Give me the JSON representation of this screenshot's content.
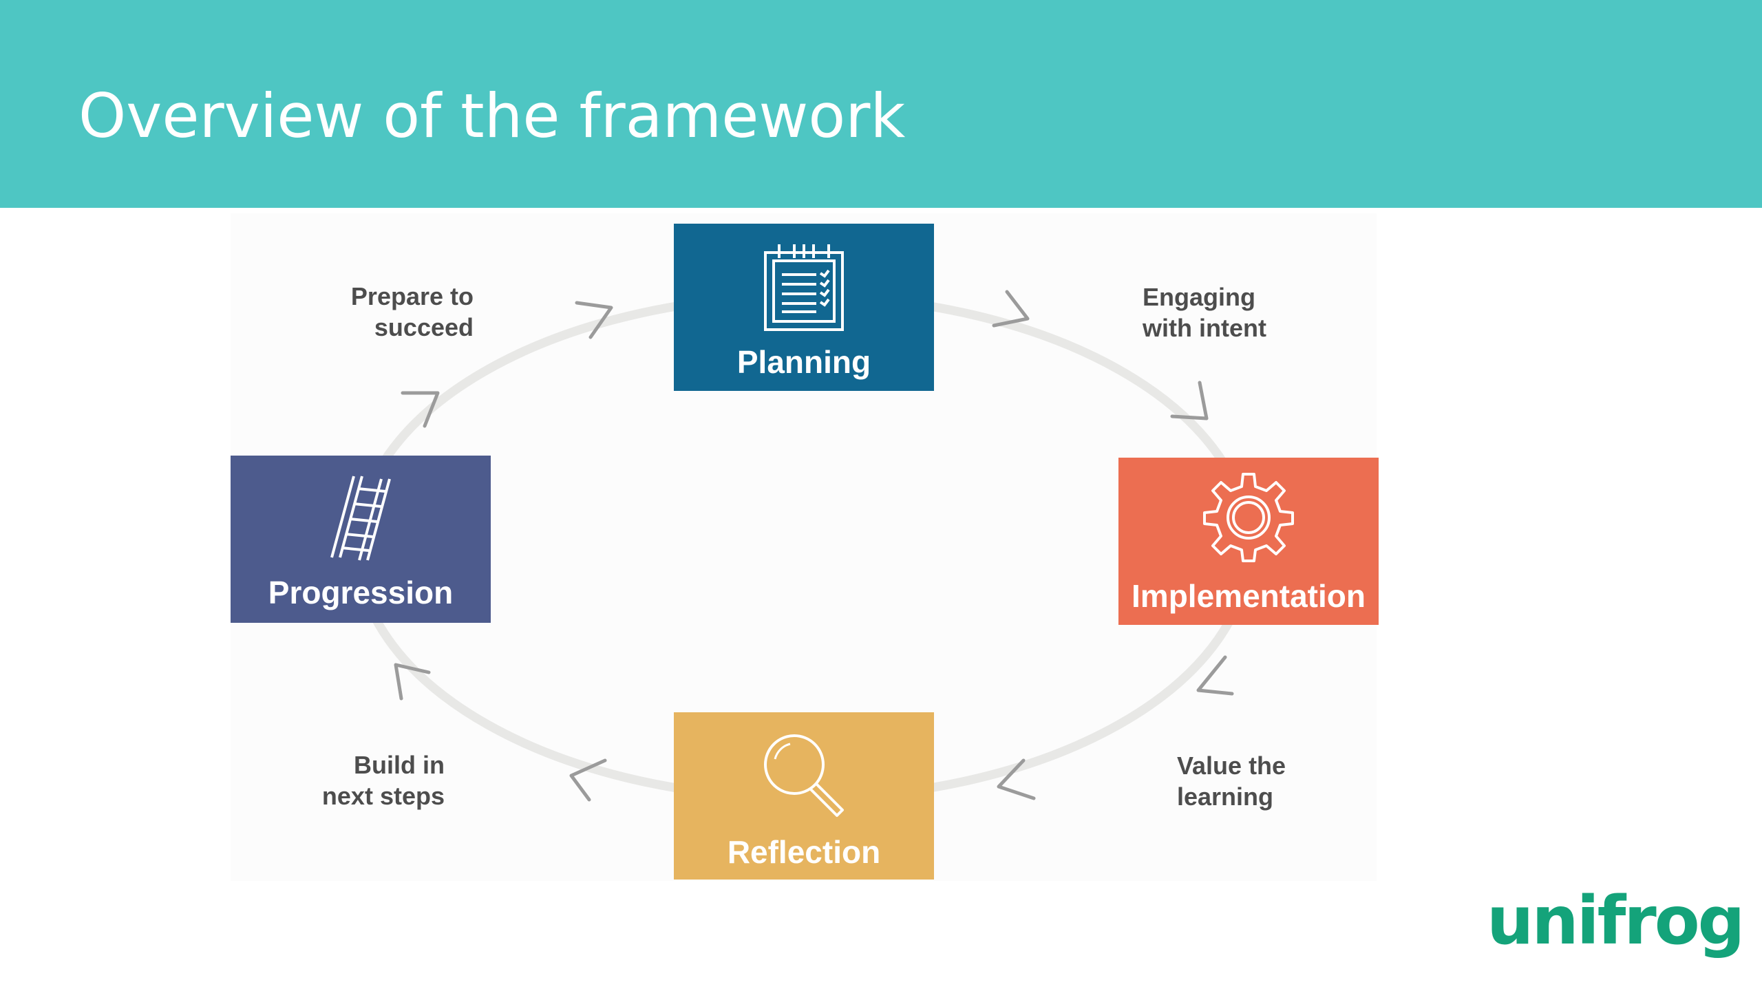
{
  "slide": {
    "title": "Overview of the framework"
  },
  "diagram": {
    "stages": [
      {
        "key": "planning",
        "label": "Planning",
        "color": "#116791",
        "icon": "clipboard-icon"
      },
      {
        "key": "implementation",
        "label": "Implementation",
        "color": "#ec6e51",
        "icon": "gear-icon"
      },
      {
        "key": "reflection",
        "label": "Reflection",
        "color": "#e6b45f",
        "icon": "magnifier-icon"
      },
      {
        "key": "progression",
        "label": "Progression",
        "color": "#4d5b8d",
        "icon": "ladder-icon"
      }
    ],
    "steps": [
      {
        "key": "prepare",
        "lines": [
          "Prepare to",
          "succeed"
        ]
      },
      {
        "key": "engaging",
        "lines": [
          "Engaging",
          "with intent"
        ]
      },
      {
        "key": "value",
        "lines": [
          "Value the",
          "learning"
        ]
      },
      {
        "key": "build",
        "lines": [
          "Build in",
          "next steps"
        ]
      }
    ]
  },
  "logo": {
    "text": "unifrog",
    "color": "#14a37a"
  },
  "colors": {
    "header": "#4ec6c3",
    "text": "#4d4d4d",
    "cycle_ring": "#e8e8e6",
    "arrow": "#9b9b9b"
  }
}
